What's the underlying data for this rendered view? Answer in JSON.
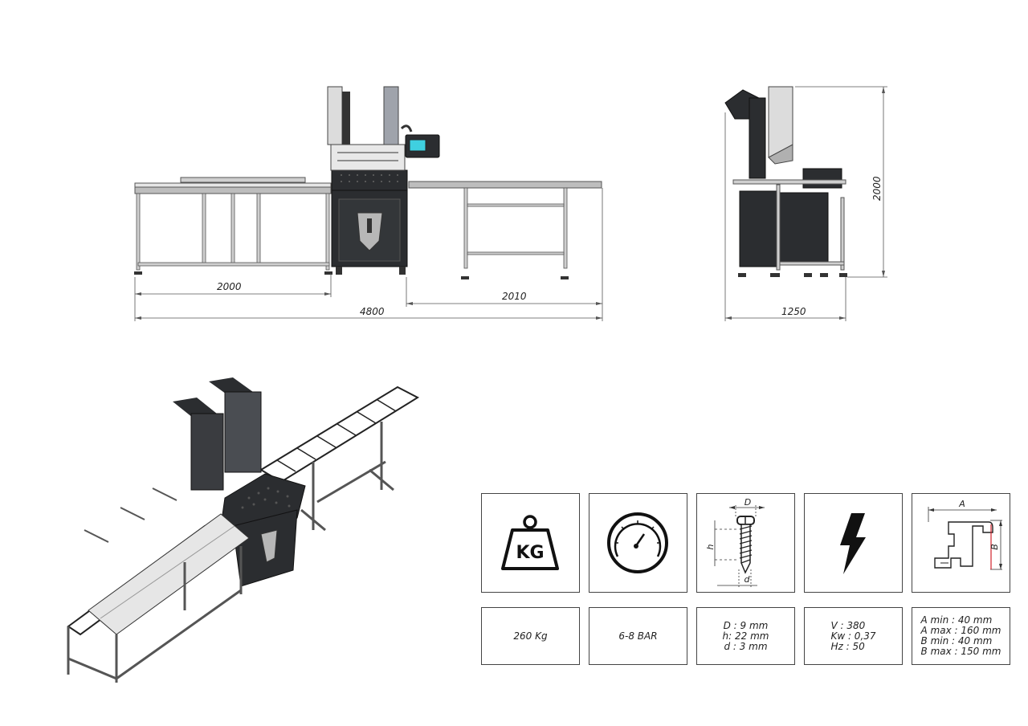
{
  "front_view": {
    "dimensions": {
      "left_table": "2000",
      "right_table": "2010",
      "total_length": "4800"
    }
  },
  "side_view": {
    "dimensions": {
      "height": "2000",
      "depth": "1250"
    }
  },
  "specs": [
    {
      "icon": "weight-kg-icon",
      "icon_label": "KG",
      "lines": [
        "260 Kg"
      ]
    },
    {
      "icon": "pressure-gauge-icon",
      "lines": [
        "6-8 BAR"
      ]
    },
    {
      "icon": "screw-dimensions-icon",
      "icon_labels": {
        "D": "D",
        "h": "h",
        "d": "d"
      },
      "lines": [
        "D : 9 mm",
        "h: 22 mm",
        "d : 3 mm"
      ]
    },
    {
      "icon": "lightning-bolt-icon",
      "lines": [
        "V : 380",
        "Kw : 0,37",
        "Hz : 50"
      ]
    },
    {
      "icon": "profile-section-icon",
      "icon_labels": {
        "A": "A",
        "B": "B"
      },
      "lines": [
        "A min : 40 mm",
        "A max : 160 mm",
        "B min : 40 mm",
        "B max : 150 mm"
      ]
    }
  ],
  "colors": {
    "machine_dark": "#2b2d30",
    "frame_grey": "#9a9c9f",
    "screen_cyan": "#3fd0e0",
    "profile_red": "#d0202a",
    "line": "#444444"
  }
}
